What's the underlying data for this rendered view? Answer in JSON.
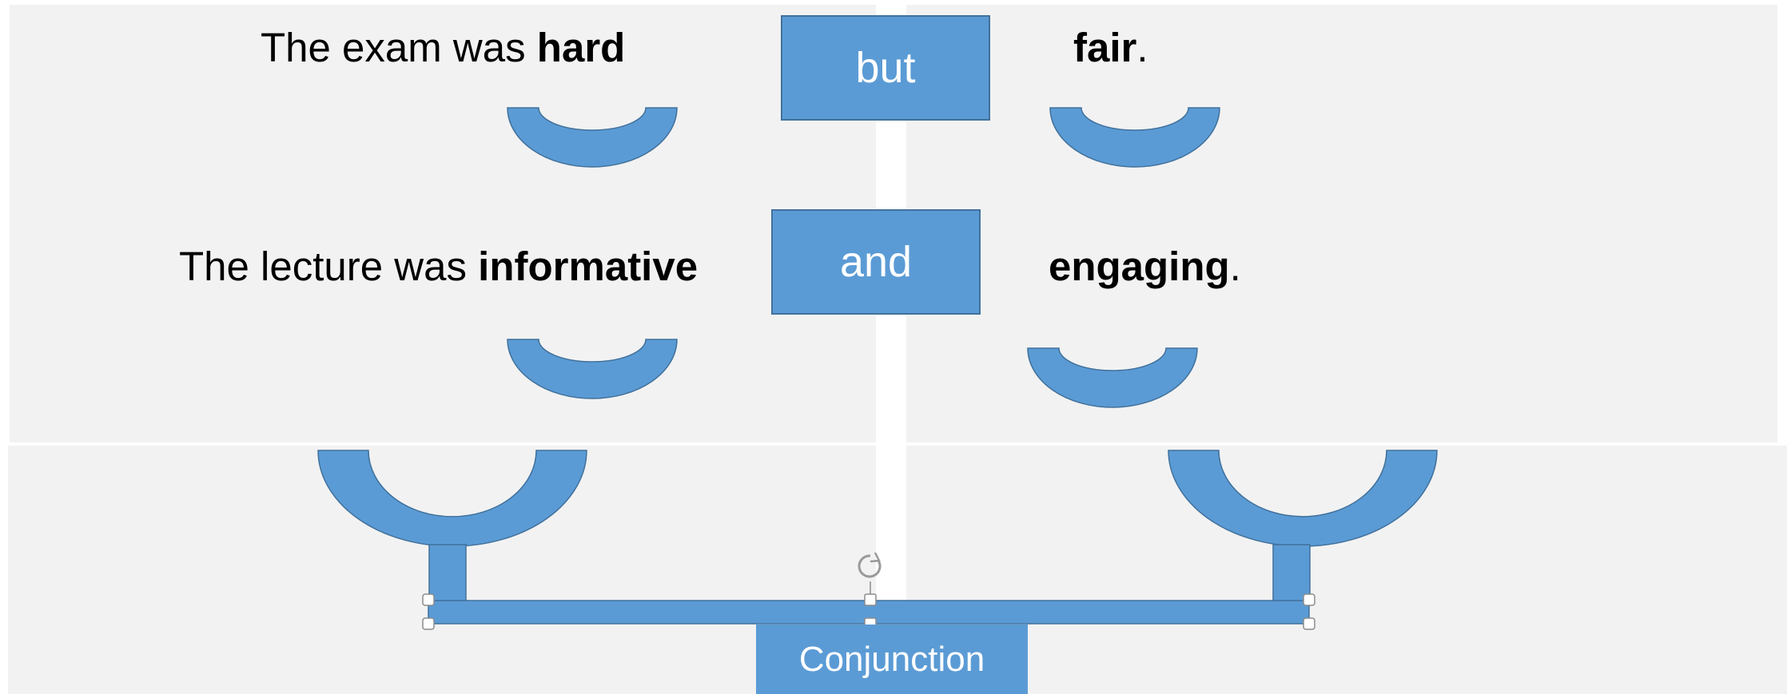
{
  "sentences": [
    {
      "prefix": "The exam was ",
      "left_word": "hard",
      "conjunction": "but",
      "right_word": "fair",
      "punct": "."
    },
    {
      "prefix": "The lecture was ",
      "left_word": "informative",
      "conjunction": "and",
      "right_word": "engaging",
      "punct": "."
    }
  ],
  "scale_label": "Conjunction",
  "colors": {
    "accent": "#5b9bd5",
    "accent_border": "#41719c",
    "panel_bg": "#f2f2f2",
    "text": "#000000"
  }
}
